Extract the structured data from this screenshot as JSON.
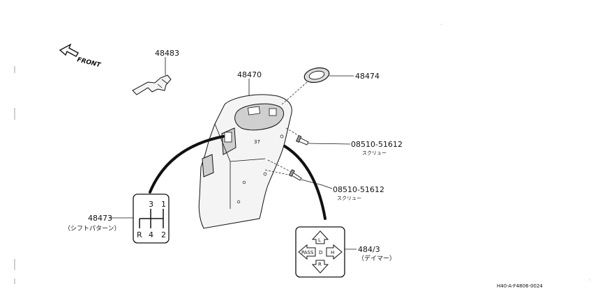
{
  "front_label": "FRONT",
  "parts": {
    "p48483": {
      "number": "48483"
    },
    "p48470": {
      "number": "48470"
    },
    "p48474": {
      "number": "48474"
    },
    "screw1": {
      "number": "08510-51612",
      "note": "スクリュー"
    },
    "screw2": {
      "number": "08510-51612",
      "note": "スクリュー"
    },
    "p48473": {
      "number": "48473",
      "note": "（シフトパターン）"
    },
    "p48473b": {
      "number": "484/3",
      "note": "（デイマー）"
    }
  },
  "shift_pattern": {
    "labels": [
      "3",
      "1",
      "R",
      "4",
      "2"
    ]
  },
  "dimmer_switch": {
    "labels": [
      "L",
      "PASS",
      "D",
      "H",
      "R"
    ]
  },
  "drawing_code": "H40-A-F4806-0024",
  "panel_mark": "37"
}
